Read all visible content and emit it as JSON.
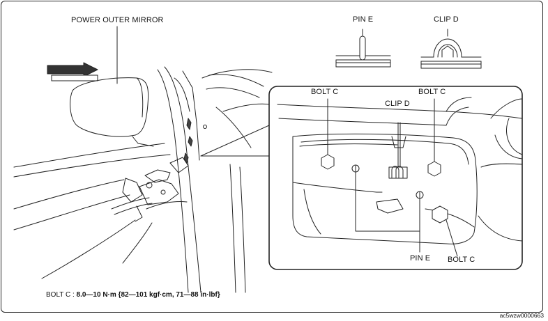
{
  "labels": {
    "power_outer_mirror": "POWER OUTER MIRROR",
    "pin_e_top": "PIN E",
    "clip_d_top": "CLIP D",
    "bolt_c_left": "BOLT C",
    "clip_d_detail": "CLIP D",
    "bolt_c_right": "BOLT C",
    "pin_e_bottom": "PIN E",
    "bolt_c_bottom": "BOLT C"
  },
  "torque": {
    "prefix": "BOLT C : ",
    "value": "8.0—10 N·m {82—101 kgf·cm, 71—88 in·lbf}"
  },
  "figure_code": "ac5wzw0000663"
}
